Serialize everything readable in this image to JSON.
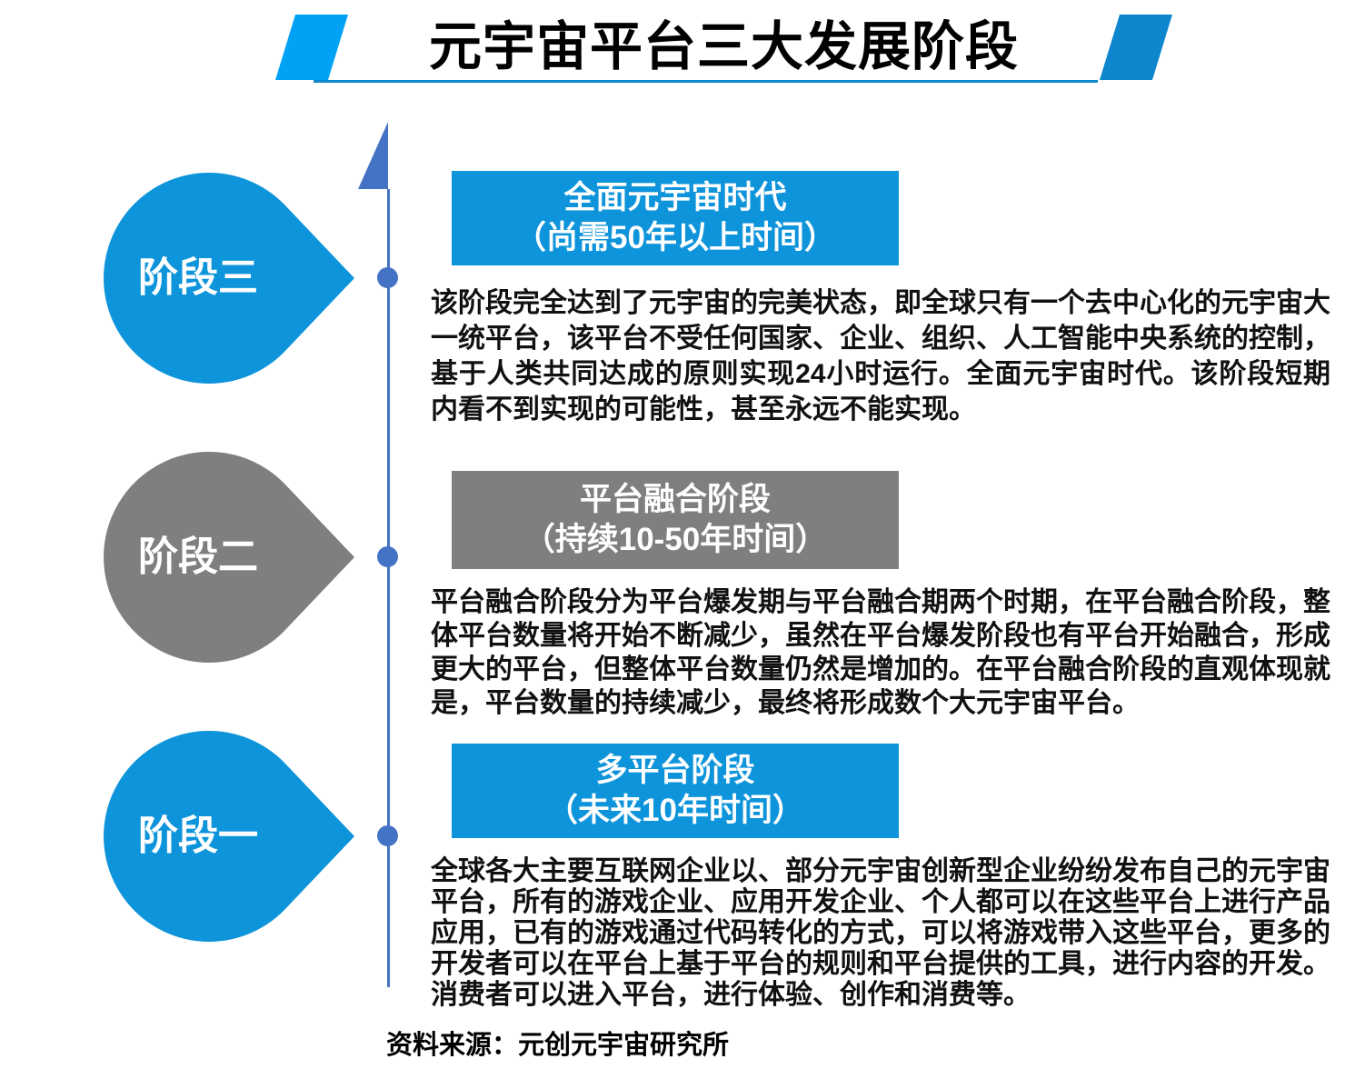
{
  "title": "元宇宙平台三大发展阶段",
  "source": "资料来源：元创元宇宙研究所",
  "colors": {
    "accent_blue": "#0D94DA",
    "stage_gray": "#7F7F7F",
    "timeline_blue": "#4472C4",
    "deco_left_blue": "#00A2F5",
    "deco_right_blue": "#0E86CD",
    "white": "#FFFFFF"
  },
  "stages": [
    {
      "label": "阶段三",
      "theme": "blue",
      "box_title": "全面元宇宙时代",
      "box_subtitle": "（尚需50年以上时间）",
      "body": "该阶段完全达到了元宇宙的完美状态，即全球只有一个去中心化的元宇宙大一统平台，该平台不受任何国家、企业、组织、人工智能中央系统的控制，基于人类共同达成的原则实现24小时运行。全面元宇宙时代。该阶段短期内看不到实现的可能性，甚至永远不能实现。"
    },
    {
      "label": "阶段二",
      "theme": "gray",
      "box_title": "平台融合阶段",
      "box_subtitle": "（持续10-50年时间）",
      "body": "平台融合阶段分为平台爆发期与平台融合期两个时期，在平台融合阶段，整体平台数量将开始不断减少，虽然在平台爆发阶段也有平台开始融合，形成更大的平台，但整体平台数量仍然是增加的。在平台融合阶段的直观体现就是，平台数量的持续减少，最终将形成数个大元宇宙平台。"
    },
    {
      "label": "阶段一",
      "theme": "blue",
      "box_title": "多平台阶段",
      "box_subtitle": "（未来10年时间）",
      "body": "全球各大主要互联网企业以、部分元宇宙创新型企业纷纷发布自己的元宇宙平台，所有的游戏企业、应用开发企业、个人都可以在这些平台上进行产品应用，已有的游戏通过代码转化的方式，可以将游戏带入这些平台，更多的开发者可以在平台上基于平台的规则和平台提供的工具，进行内容的开发。消费者可以进入平台，进行体验、创作和消费等。"
    }
  ]
}
